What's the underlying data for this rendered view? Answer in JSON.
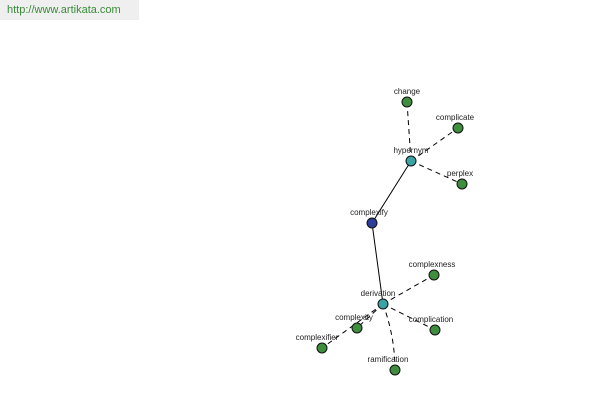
{
  "header": {
    "url": "http://www.artikata.com"
  },
  "graph": {
    "colors": {
      "root": "#2c3e9a",
      "relation": "#3aa3a3",
      "word": "#3e8e3e"
    },
    "nodes": [
      {
        "id": "complexify_root",
        "label": "complexify",
        "kind": "root"
      },
      {
        "id": "hypernym",
        "label": "hypernym",
        "kind": "relation"
      },
      {
        "id": "derivation",
        "label": "derivation",
        "kind": "relation"
      },
      {
        "id": "change",
        "label": "change",
        "kind": "word"
      },
      {
        "id": "complicate",
        "label": "complicate",
        "kind": "word"
      },
      {
        "id": "perplex",
        "label": "perplex",
        "kind": "word"
      },
      {
        "id": "complexness",
        "label": "complexness",
        "kind": "word"
      },
      {
        "id": "complexity",
        "label": "complexity",
        "kind": "word"
      },
      {
        "id": "complication",
        "label": "complication",
        "kind": "word"
      },
      {
        "id": "complexifier",
        "label": "complexifier",
        "kind": "word"
      },
      {
        "id": "ramification",
        "label": "ramification",
        "kind": "word"
      }
    ],
    "edges": [
      {
        "from": "complexify_root",
        "to": "hypernym",
        "style": "solid"
      },
      {
        "from": "complexify_root",
        "to": "derivation",
        "style": "solid"
      },
      {
        "from": "hypernym",
        "to": "change",
        "style": "dashed"
      },
      {
        "from": "hypernym",
        "to": "complicate",
        "style": "dashed"
      },
      {
        "from": "hypernym",
        "to": "perplex",
        "style": "dashed"
      },
      {
        "from": "derivation",
        "to": "complexness",
        "style": "dashed"
      },
      {
        "from": "derivation",
        "to": "complexity",
        "style": "dashed"
      },
      {
        "from": "derivation",
        "to": "complication",
        "style": "dashed"
      },
      {
        "from": "derivation",
        "to": "complexifier",
        "style": "dashed"
      },
      {
        "from": "derivation",
        "to": "ramification",
        "style": "dashed"
      }
    ]
  }
}
